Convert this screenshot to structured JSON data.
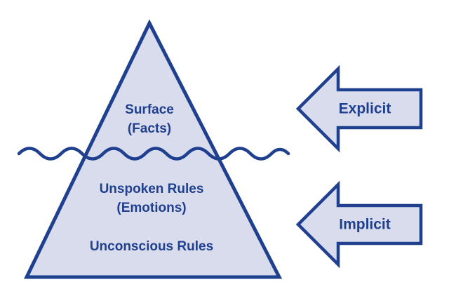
{
  "colors": {
    "stroke": "#1f3f8f",
    "fill": "#d9dcec",
    "text": "#1f3f8f",
    "background": "#ffffff"
  },
  "iceberg": {
    "surface_line1": "Surface",
    "surface_line2": "(Facts)",
    "unspoken_line1": "Unspoken Rules",
    "unspoken_line2": "(Emotions)",
    "unconscious": "Unconscious Rules"
  },
  "arrows": {
    "explicit": "Explicit",
    "implicit": "Implicit"
  }
}
